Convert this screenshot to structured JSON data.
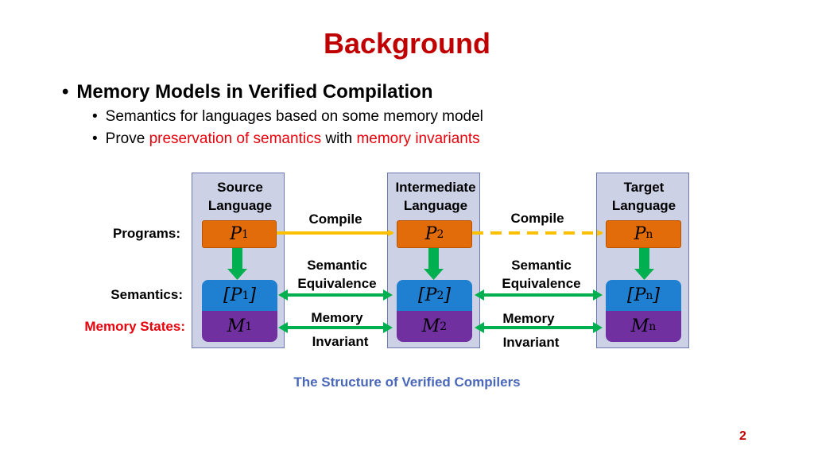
{
  "title": "Background",
  "bullets": {
    "main": "Memory Models in Verified Compilation",
    "sub1": "Semantics for languages based on some memory model",
    "sub2_prefix": "Prove",
    "sub2_highlight1": "preservation of semantics",
    "sub2_mid": "with",
    "sub2_highlight2": "memory invariants"
  },
  "diagram": {
    "columns": [
      {
        "line1": "Source",
        "line2": "Language"
      },
      {
        "line1": "Intermediate",
        "line2": "Language"
      },
      {
        "line1": "Target",
        "line2": "Language"
      }
    ],
    "row_labels": {
      "programs": "Programs:",
      "semantics": "Semantics:",
      "memory_states": "Memory States:"
    },
    "programs": [
      {
        "sym": "P",
        "sub": "1"
      },
      {
        "sym": "P",
        "sub": "2"
      },
      {
        "sym": "P",
        "sub": "n"
      }
    ],
    "semantics": [
      {
        "open": "[",
        "sym": "P",
        "sub": "1",
        "close": "]"
      },
      {
        "open": "[",
        "sym": "P",
        "sub": "2",
        "close": "]"
      },
      {
        "open": "[",
        "sym": "P",
        "sub": "n",
        "close": "]"
      }
    ],
    "memory": [
      {
        "sym": "M",
        "sub": "1"
      },
      {
        "sym": "M",
        "sub": "2"
      },
      {
        "sym": "M",
        "sub": "n"
      }
    ],
    "compile_label": "Compile",
    "equiv_line1": "Semantic",
    "equiv_line2": "Equivalence",
    "mem_inv_line1": "Memory",
    "mem_inv_line2": "Invariant",
    "colors": {
      "column_bg": "#ccd1e6",
      "program_box": "#e36c0a",
      "semantics_box": "#1f7fd1",
      "memory_box": "#7030a0",
      "compile_arrow": "#ffc000",
      "equiv_arrow": "#00b050",
      "highlight_text": "#e8000b"
    }
  },
  "caption": "The Structure of Verified Compilers",
  "page_number": "2"
}
